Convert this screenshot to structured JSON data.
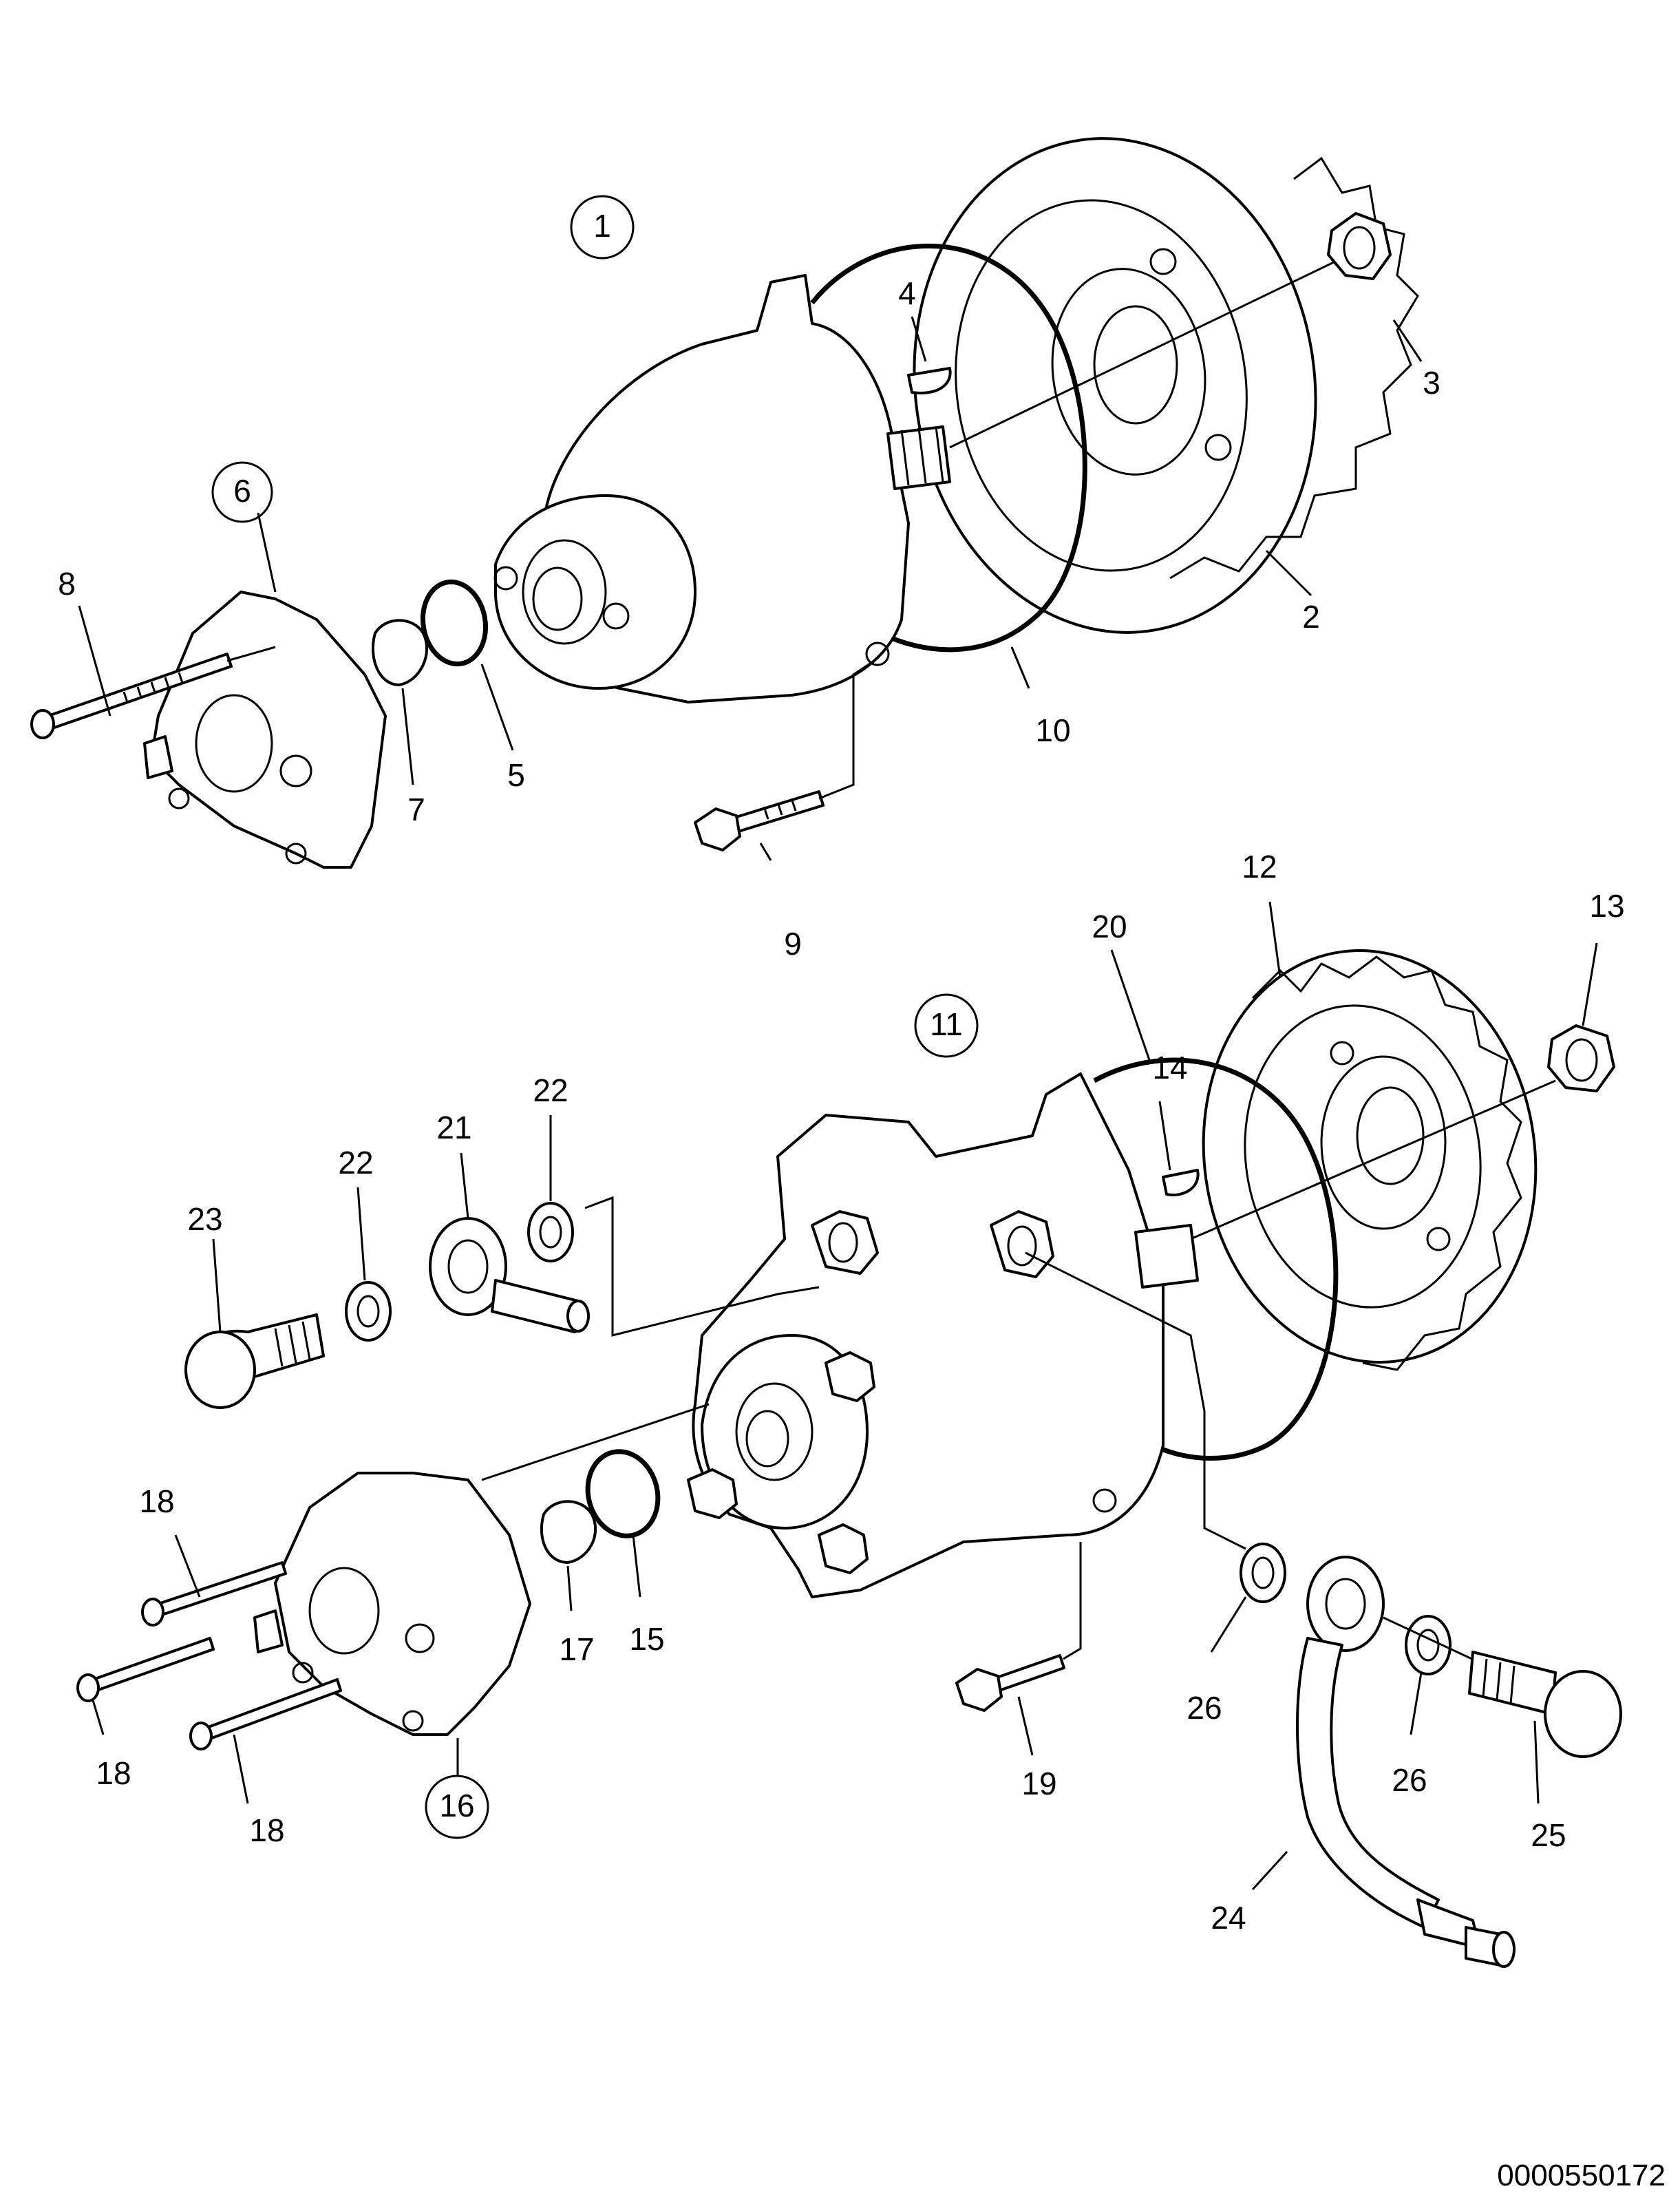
{
  "callouts": [
    {
      "id": "c1",
      "text": "1",
      "circled": true
    },
    {
      "id": "c2",
      "text": "2",
      "circled": false
    },
    {
      "id": "c3",
      "text": "3",
      "circled": false
    },
    {
      "id": "c4",
      "text": "4",
      "circled": false
    },
    {
      "id": "c5",
      "text": "5",
      "circled": false
    },
    {
      "id": "c6",
      "text": "6",
      "circled": true
    },
    {
      "id": "c7",
      "text": "7",
      "circled": false
    },
    {
      "id": "c8",
      "text": "8",
      "circled": false
    },
    {
      "id": "c9",
      "text": "9",
      "circled": false
    },
    {
      "id": "c10",
      "text": "10",
      "circled": false
    },
    {
      "id": "c11",
      "text": "11",
      "circled": true
    },
    {
      "id": "c12",
      "text": "12",
      "circled": false
    },
    {
      "id": "c13",
      "text": "13",
      "circled": false
    },
    {
      "id": "c14",
      "text": "14",
      "circled": false
    },
    {
      "id": "c15",
      "text": "15",
      "circled": false
    },
    {
      "id": "c16",
      "text": "16",
      "circled": true
    },
    {
      "id": "c17",
      "text": "17",
      "circled": false
    },
    {
      "id": "c18a",
      "text": "18",
      "circled": false
    },
    {
      "id": "c18b",
      "text": "18",
      "circled": false
    },
    {
      "id": "c18c",
      "text": "18",
      "circled": false
    },
    {
      "id": "c19",
      "text": "19",
      "circled": false
    },
    {
      "id": "c20",
      "text": "20",
      "circled": false
    },
    {
      "id": "c21",
      "text": "21",
      "circled": false
    },
    {
      "id": "c22a",
      "text": "22",
      "circled": false
    },
    {
      "id": "c22b",
      "text": "22",
      "circled": false
    },
    {
      "id": "c23",
      "text": "23",
      "circled": false
    },
    {
      "id": "c24",
      "text": "24",
      "circled": false
    },
    {
      "id": "c25",
      "text": "25",
      "circled": false
    },
    {
      "id": "c26a",
      "text": "26",
      "circled": false
    },
    {
      "id": "c26b",
      "text": "26",
      "circled": false
    }
  ],
  "document_id": "0000550172"
}
